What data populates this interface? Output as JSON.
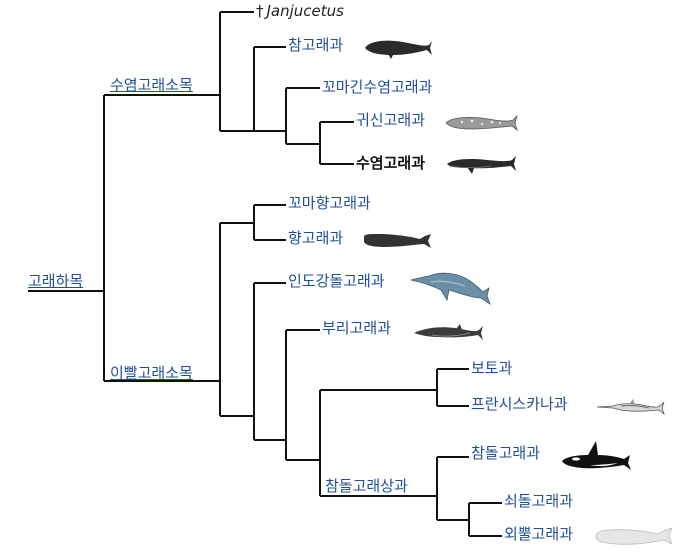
{
  "tree": {
    "root": "고래하목",
    "suborders": {
      "mysticeti": "수염고래소목",
      "odontoceti": "이빨고래소목"
    },
    "extinct_marker": "†",
    "janjucetus": "Janjucetus",
    "families": {
      "balaenidae": "참고래과",
      "neobalaenidae": "꼬마긴수염고래과",
      "eschrichtiidae": "귀신고래과",
      "balaenopteridae": "수염고래과",
      "kogiidae": "꼬마향고래과",
      "physeteridae": "향고래과",
      "platanistidae": "인도강돌고래과",
      "ziphiidae": "부리고래과",
      "iniidae": "보토과",
      "pontoporiidae": "프란시스카나과",
      "delphinoidea": "참돌고래상과",
      "delphinidae": "참돌고래과",
      "phocoenidae": "쇠돌고래과",
      "monodontidae": "외뿔고래과"
    }
  },
  "illustrations": [
    "right-whale-icon",
    "grey-whale-icon",
    "rorqual-icon",
    "sperm-whale-icon",
    "river-dolphin-icon",
    "beaked-whale-icon",
    "franciscana-icon",
    "orca-icon",
    "beluga-icon"
  ]
}
